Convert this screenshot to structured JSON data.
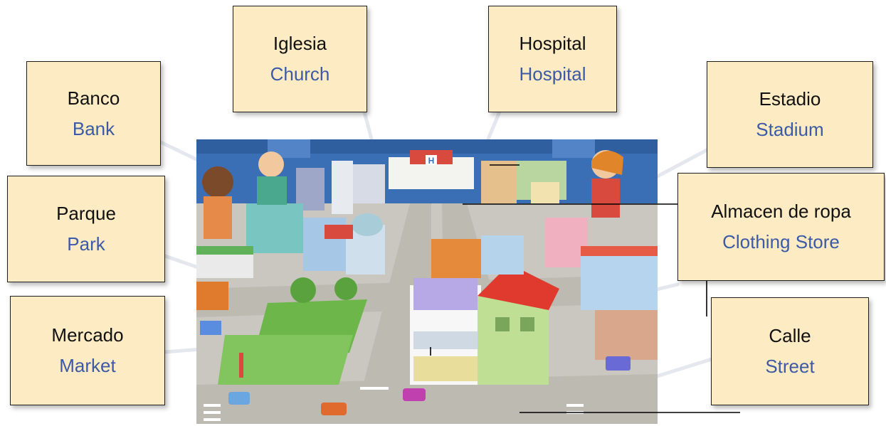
{
  "labels": [
    {
      "id": "bank",
      "spanish": "Banco",
      "english": "Bank"
    },
    {
      "id": "park",
      "spanish": "Parque",
      "english": "Park"
    },
    {
      "id": "market",
      "spanish": "Mercado",
      "english": "Market"
    },
    {
      "id": "church",
      "spanish": "Iglesia",
      "english": "Church"
    },
    {
      "id": "hospital",
      "spanish": "Hospital",
      "english": "Hospital"
    },
    {
      "id": "stadium",
      "spanish": "Estadio",
      "english": "Stadium"
    },
    {
      "id": "clothing_store",
      "spanish": "Almacen de ropa",
      "english": "Clothing Store"
    },
    {
      "id": "street",
      "spanish": "Calle",
      "english": "Street"
    }
  ],
  "colors": {
    "card_background": "#fdebc4",
    "spanish_text": "#111111",
    "english_text": "#3c5aa6",
    "sky": "#3b6fb5",
    "street": "#c9c7c0",
    "grass": "#6cb64a"
  }
}
